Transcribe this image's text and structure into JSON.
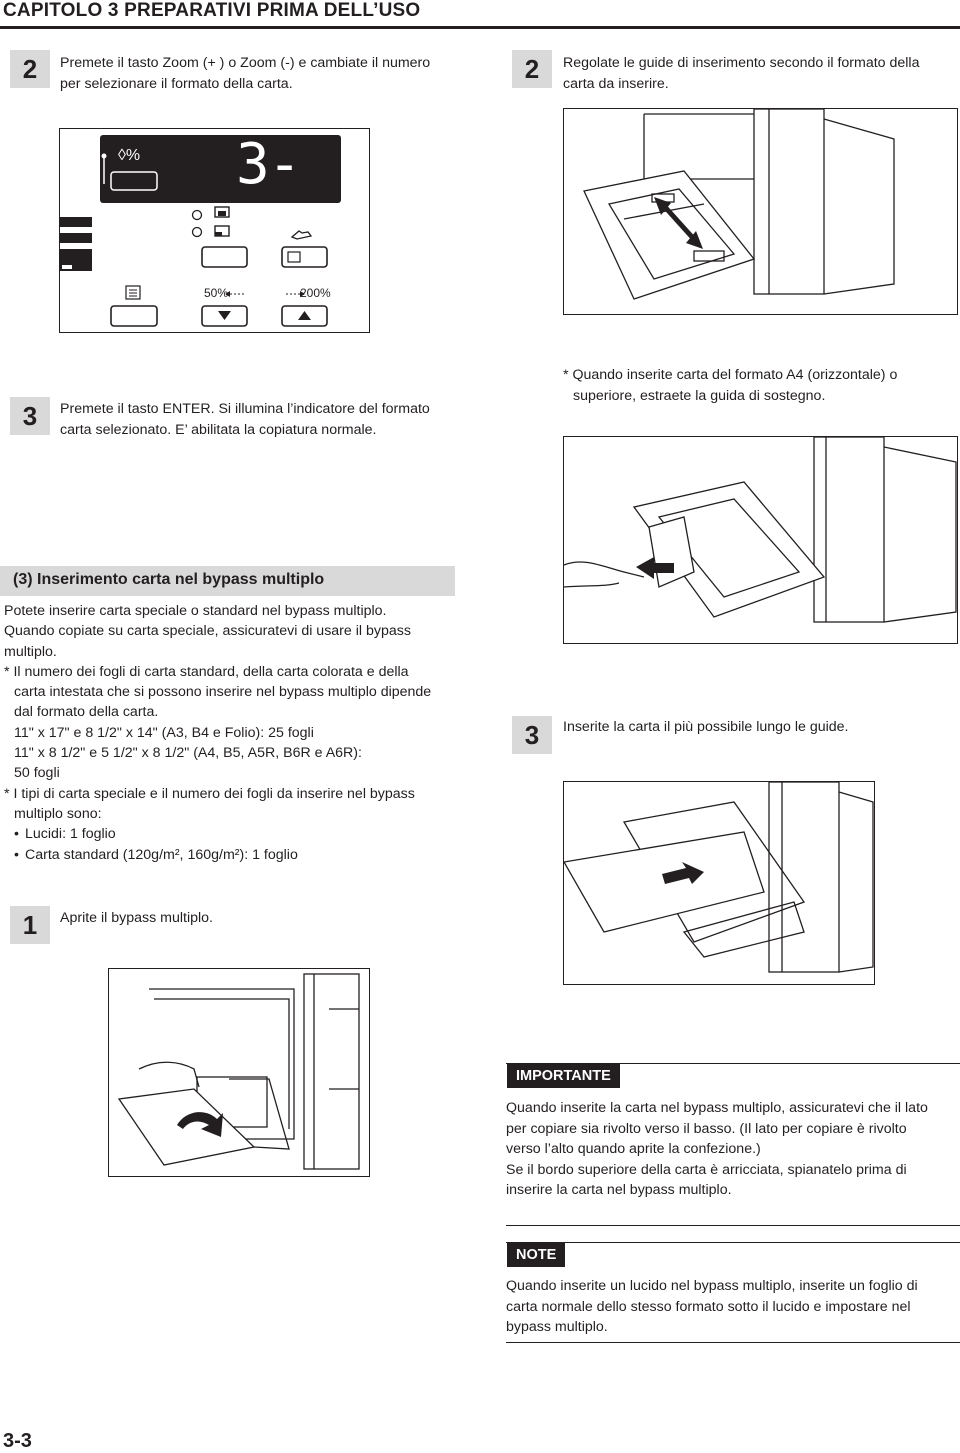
{
  "header": {
    "title": "CAPITOLO 3 PREPARATIVI PRIMA DELL’USO"
  },
  "left_column": {
    "step2": {
      "num": "2",
      "lines": [
        "Premete il tasto Zoom (+ ) o Zoom (-) e cambiate il numero",
        "per selezionare il formato della carta."
      ]
    },
    "panel": {
      "display": "3-",
      "icon_percent": "◊%",
      "zoom_left": "50%",
      "zoom_right": "200%"
    },
    "step3": {
      "num": "3",
      "lines": [
        "Premete il tasto ENTER. Si illumina l’indicatore del formato",
        "carta selezionato. E’ abilitata la copiatura normale."
      ]
    },
    "section": {
      "title": "(3) Inserimento carta nel bypass multiplo",
      "lines": [
        "Potete inserire carta speciale o standard nel bypass multiplo.",
        "Quando copiate su carta speciale, assicuratevi di usare il bypass",
        "multiplo."
      ],
      "note1_lines": [
        "* Il numero dei fogli di carta standard, della carta colorata e della",
        "carta intestata che si possono inserire nel bypass multiplo dipende",
        "dal formato della carta.",
        "11\" x 17\" e 8 1/2\" x 14\" (A3, B4 e Folio): 25 fogli",
        "11\" x 8 1/2\" e 5 1/2\" x 8 1/2\" (A4, B5, A5R, B6R e A6R):",
        "50 fogli"
      ],
      "note2_lines": [
        "* I tipi di carta speciale e il numero dei fogli da inserire nel bypass",
        "multiplo sono:"
      ],
      "bullets": [
        "Lucidi: 1 foglio",
        "Carta standard (120g/m², 160g/m²): 1 foglio"
      ]
    },
    "step1": {
      "num": "1",
      "text": "Aprite il bypass multiplo."
    }
  },
  "right_column": {
    "step2": {
      "num": "2",
      "lines": [
        "Regolate le guide di inserimento secondo il formato della",
        "carta da inserire."
      ]
    },
    "note_a4": {
      "lines": [
        "* Quando inserite carta del formato A4 (orizzontale) o",
        "superiore, estraete la guida di sostegno."
      ]
    },
    "step3": {
      "num": "3",
      "text": "Inserite la carta il più possibile lungo le guide."
    },
    "importante": {
      "label": "IMPORTANTE",
      "lines": [
        "Quando inserite la carta nel bypass multiplo, assicuratevi che il lato",
        "per copiare sia rivolto verso il basso. (Il lato per copiare è rivolto",
        "verso l’alto quando aprite la confezione.)",
        "Se il bordo superiore della carta è arricciata, spianatelo prima di",
        "inserire la carta nel bypass multiplo."
      ]
    },
    "nota": {
      "label": "NOTE",
      "lines": [
        "Quando inserite un lucido nel bypass multiplo, inserite un foglio di",
        "carta normale dello stesso formato sotto il lucido e impostare nel",
        "bypass multiplo."
      ]
    }
  },
  "footer": {
    "page_number": "3-3"
  }
}
